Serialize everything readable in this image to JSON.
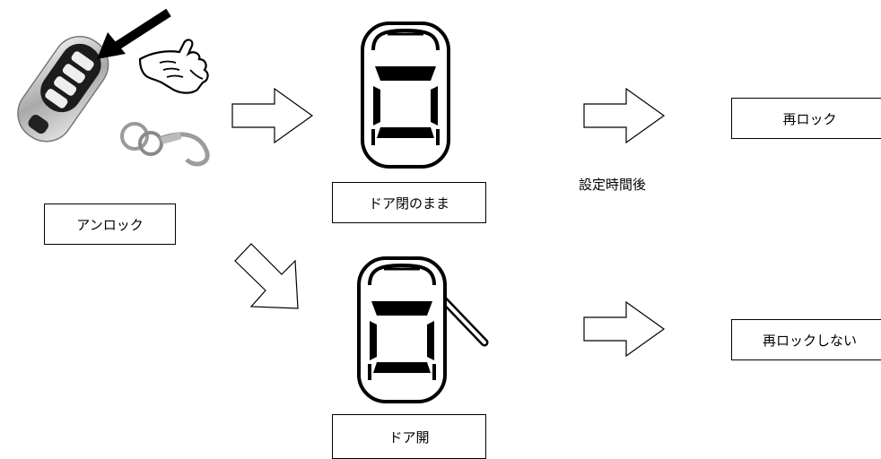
{
  "labels": {
    "unlock": "アンロック",
    "door_closed": "ドア閉のまま",
    "door_open": "ドア開",
    "after_time": "設定時間後",
    "relock": "再ロック",
    "no_relock": "再ロックしない"
  },
  "icons": {
    "remote": "car-key-remote-icon",
    "hand": "pointing-hand-icon",
    "press_arrow": "press-arrow-icon",
    "car_closed": "car-top-view-doors-closed-icon",
    "car_open": "car-top-view-door-open-icon",
    "flow_arrow": "outline-arrow-icon"
  }
}
